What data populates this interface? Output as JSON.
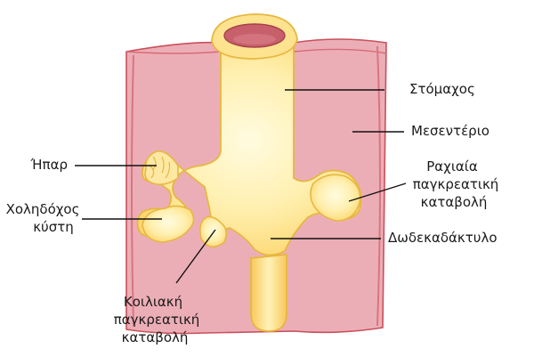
{
  "labels": {
    "stomach": "Στόμαχος",
    "mesentery": "Μεσεντέριο",
    "liver": "Ήπαρ",
    "gallbladder_line1": "Χοληδόχος",
    "gallbladder_line2": "κύστη",
    "dorsal_line1": "Ραχιαία",
    "dorsal_line2": "παγκρεατική",
    "dorsal_line3": "καταβολή",
    "duodenum": "Δωδεκαδάκτυλο",
    "ventral_line1": "Κοιλιακή",
    "ventral_line2": "παγκρεατική",
    "ventral_line3": "καταβολή"
  },
  "colors": {
    "mesentery_fill": "#ecaeb6",
    "mesentery_edge": "#c8505c",
    "gut_fill": "#fde38f",
    "gut_light": "#fff5c8",
    "gut_edge": "#e7b740",
    "lumen_fill": "#c7606a",
    "leader_line": "#111111"
  }
}
